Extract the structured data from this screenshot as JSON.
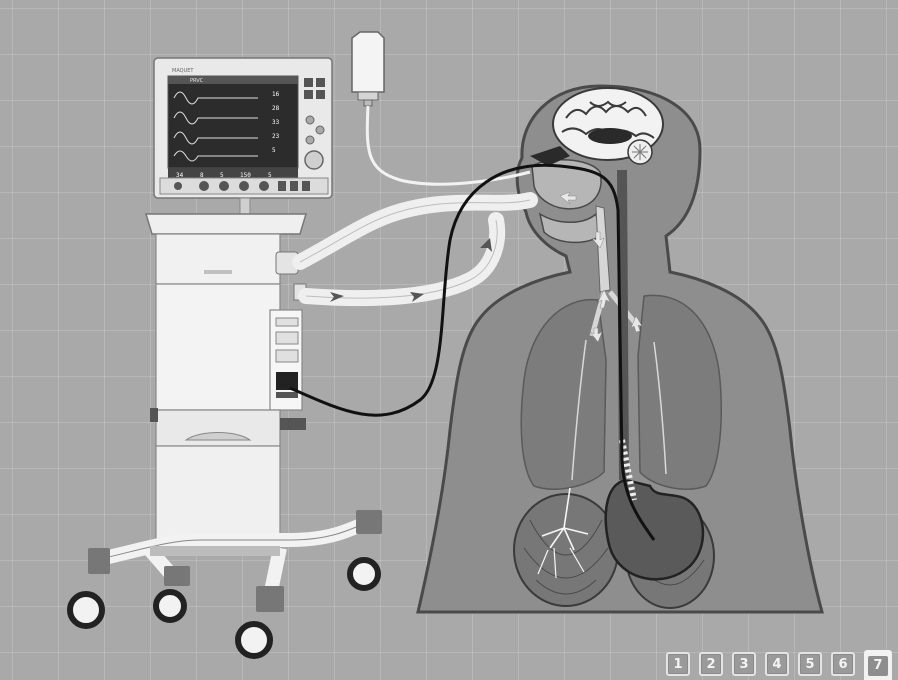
{
  "monitor": {
    "brand": "MAQUET",
    "mode_label": "PRVC",
    "readouts": [
      "16",
      "28",
      "33",
      "23",
      "5"
    ],
    "bottom_values": [
      "34",
      "8",
      "5",
      "150",
      "5"
    ]
  },
  "pager": {
    "pages": [
      "1",
      "2",
      "3",
      "4",
      "5",
      "6",
      "7"
    ],
    "active_page": "7"
  },
  "colors": {
    "background": "#a9a9a9",
    "body": "#8f8f8f",
    "organ": "#7c7c7c",
    "tube": "#f0f0f0",
    "catheter": "#111111"
  },
  "icons": [
    "iv-bag-icon",
    "brain-icon",
    "lungs-icon",
    "stomach-icon",
    "ventilator-icon"
  ]
}
